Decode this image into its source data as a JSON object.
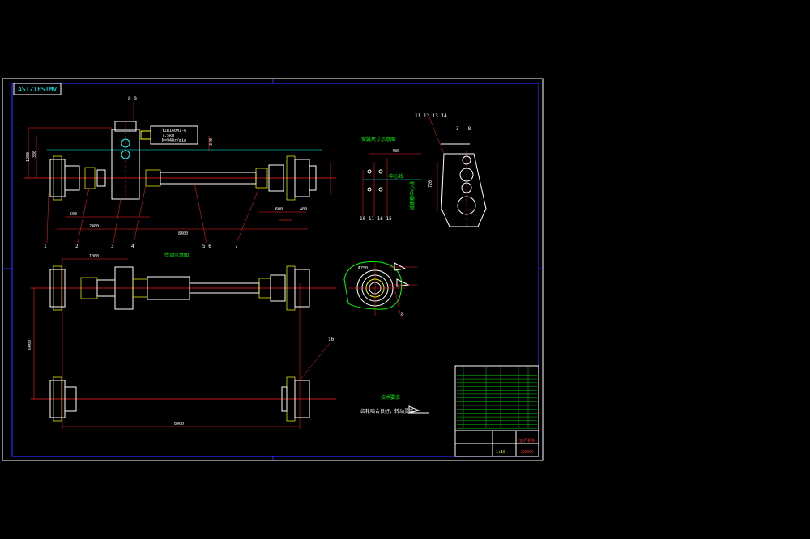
{
  "drawing": {
    "code": "ASIZIESIMV",
    "view_title": "传动示意图",
    "tech_title": "技术要求",
    "tech_note": "齿轮啮合良好，转动灵活"
  },
  "labels": {
    "top_nums_a": "8  9",
    "top_nums_b": "11 12 13 14",
    "section_label": "3 — 8",
    "bottom_nums": "10  11  16  15",
    "right_ref": "16",
    "dim_h1": "380",
    "dim_h2": "1200",
    "dim_span": "8400",
    "dim_mid": "2400",
    "dim_bottom": "8400",
    "dim_v": "6000",
    "dim_tail": "1000",
    "dim_d": "340",
    "part_nums": [
      "1",
      "2",
      "3",
      "4",
      "5 6",
      "7"
    ],
    "wheel_dims": [
      "500",
      "600",
      "400"
    ],
    "motor_text": [
      "YZR160M1-6",
      "7.5kW",
      "N=940r/min"
    ]
  },
  "title_block": {
    "name_label": "运行机构",
    "scale": "1:10",
    "drawing_no": "XXXXX"
  }
}
